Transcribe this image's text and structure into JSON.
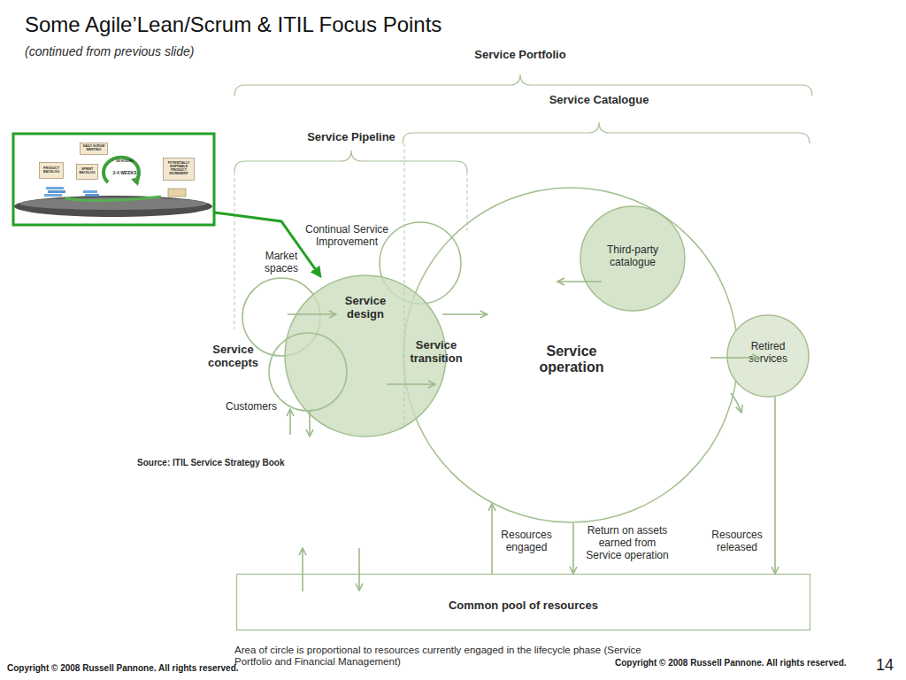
{
  "diagram": {
    "title": "Some Agile’Lean/Scrum & ITIL Focus Points",
    "nodes": [
      {
        "text": [
          "DAILY SCRUM MEETING"
        ]
      },
      {
        "text": [
          "PRODUCT BACKLOG"
        ]
      },
      {
        "text": [
          "SPRINT BACKLOG"
        ]
      },
      {
        "text": [
          "POTENTIALLY SHIPPABLE PRODUCT INCREMENT"
        ]
      },
      {
        "text": [
          "Continual Service Improvement"
        ]
      },
      {
        "text": [
          "Service operation"
        ]
      },
      {
        "text": [
          "Third-party catalogue"
        ],
        "in": 5
      },
      {
        "text": [
          "Market spaces"
        ]
      },
      {
        "text": [
          "Service design"
        ]
      },
      {
        "text": [
          "Customers"
        ]
      },
      {
        "text": [
          "Retired services"
        ]
      },
      {
        "text": [
          "Common pool of resources"
        ]
      }
    ],
    "edges": [
      {
        "from": 7,
        "to": 8,
        "arrow": "to"
      },
      {
        "from": 8,
        "to": 5,
        "arrow": "to"
      },
      {
        "from": 5,
        "to": 10,
        "arrow": "to"
      },
      {
        "from": 11,
        "to": 5,
        "arrow": "to",
        "label": "Resources engaged"
      },
      {
        "from": 5,
        "to": 11,
        "arrow": "to",
        "label": "Return on assets earned from Service operation"
      },
      {
        "from": 10,
        "to": 11,
        "arrow": "to",
        "label": "Resources released"
      }
    ],
    "labels": [
      "(continued from previous slide)",
      "Service Portfolio",
      "Service Catalogue",
      "Service Pipeline",
      "24 HOURS",
      "2-4 WEEKS",
      "Service concepts",
      "Service transition",
      "Source: ITIL Service Strategy Book",
      "Area of circle is proportional to resources currently engaged in the lifecycle phase (Service Portfolio and Financial Management)",
      "Copyright © 2008 Russell Pannone. All rights reserved.",
      "Copyright © 2008 Russell Pannone. All rights reserved.",
      "14"
    ]
  }
}
